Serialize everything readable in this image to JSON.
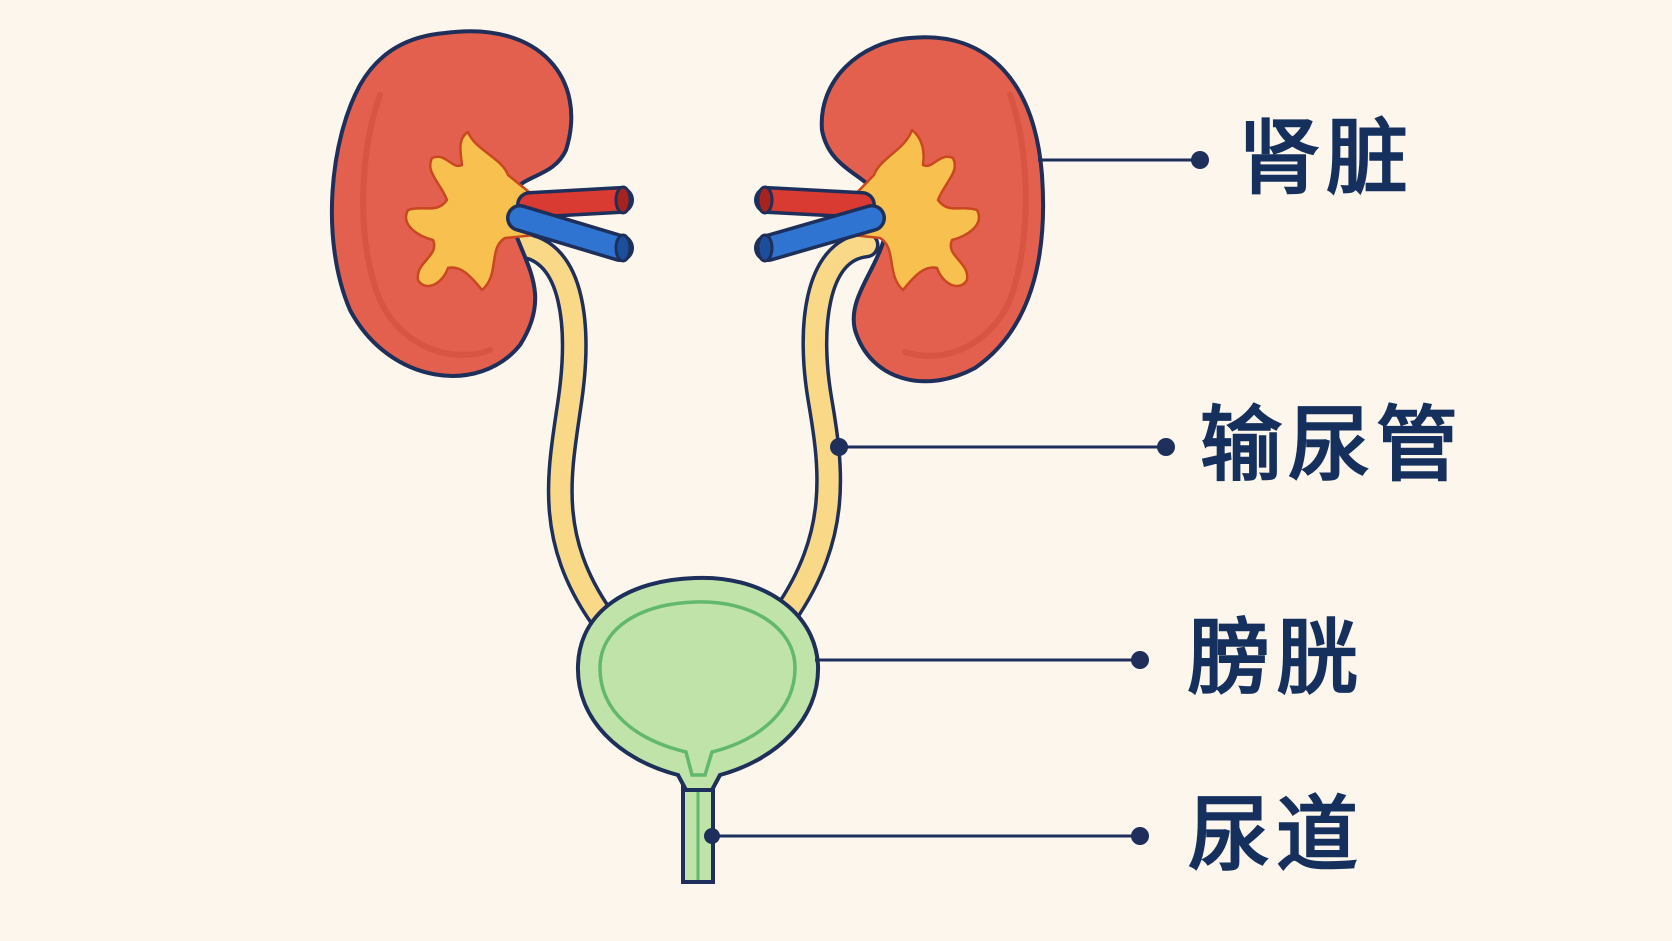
{
  "labels": {
    "kidney": "肾脏",
    "ureter": "输尿管",
    "bladder": "膀胱",
    "urethra": "尿道"
  },
  "colors": {
    "background": "#fcf6ec",
    "outline": "#1d2f5a",
    "kidney": "#e2604d",
    "kidney_shade": "#cf4a3a",
    "pelvis": "#f7c04f",
    "ureter": "#f9d887",
    "artery": "#d93a32",
    "vein": "#2f74d0",
    "bladder": "#bfe3a8",
    "bladder_inner": "#63b870",
    "text": "#16305e"
  }
}
